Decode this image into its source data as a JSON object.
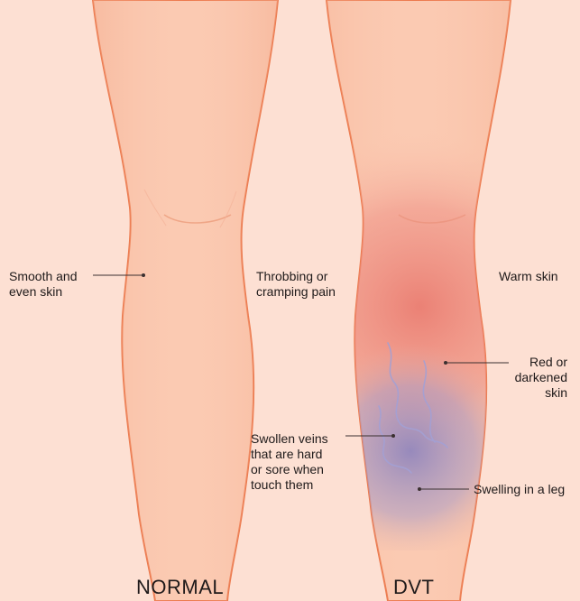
{
  "labels": {
    "normal_smooth_skin": "Smooth and\neven skin",
    "throbbing_pain": "Throbbing or\ncramping pain",
    "warm_skin": "Warm skin",
    "red_skin": "Red or\ndarkened\nskin",
    "swollen_veins": "Swollen veins\nthat are hard\nor sore when\ntouch them",
    "swelling_leg": "Swelling in a leg"
  },
  "captions": {
    "normal": "NORMAL",
    "dvt": "DVT"
  },
  "colors": {
    "background": "#fde0d3",
    "skin": "#fbcab2",
    "outline": "#ec7a4e",
    "redness": "#e8746a",
    "bruise": "#8c83bd",
    "vein": "#a3a0d4"
  }
}
